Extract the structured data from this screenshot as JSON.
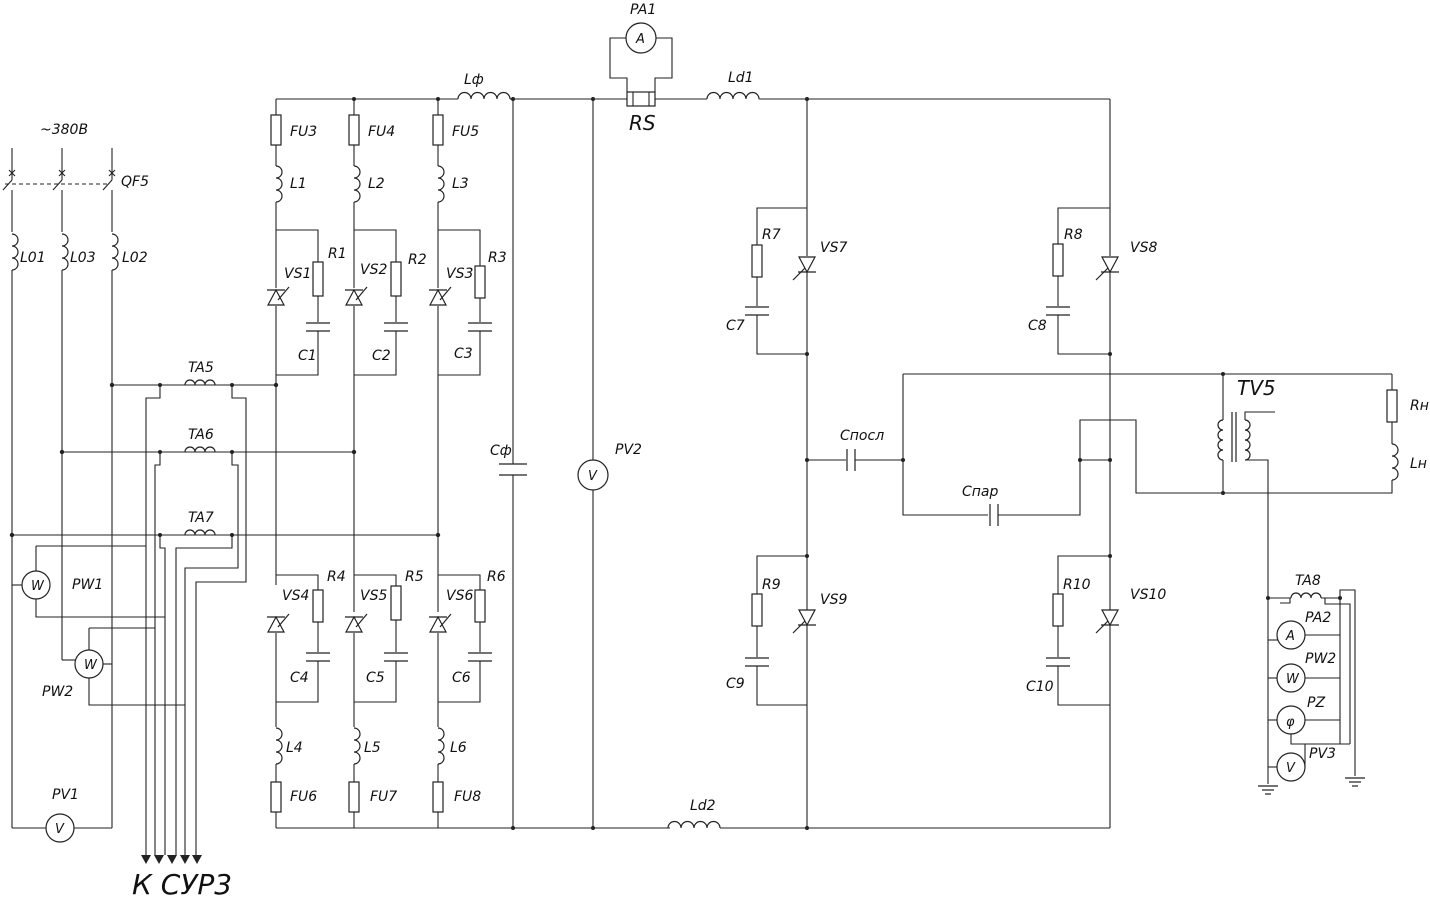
{
  "supply": {
    "voltage_label": "~380В",
    "breaker": "QF5"
  },
  "chokes_in": [
    "L01",
    "L03",
    "L02"
  ],
  "current_transformers": [
    "TA5",
    "TA6",
    "TA7",
    "TA8"
  ],
  "rectifier": {
    "fuses_top": [
      "FU3",
      "FU4",
      "FU5"
    ],
    "inductors_top": [
      "L1",
      "L2",
      "L3"
    ],
    "thyristors_top": [
      "VS1",
      "VS2",
      "VS3"
    ],
    "resistors_top": [
      "R1",
      "R2",
      "R3"
    ],
    "caps_top": [
      "C1",
      "C2",
      "C3"
    ],
    "thyristors_bottom": [
      "VS4",
      "VS5",
      "VS6"
    ],
    "resistors_bottom": [
      "R4",
      "R5",
      "R6"
    ],
    "caps_bottom": [
      "C4",
      "C5",
      "C6"
    ],
    "inductors_bottom": [
      "L4",
      "L5",
      "L6"
    ],
    "fuses_bottom": [
      "FU6",
      "FU7",
      "FU8"
    ]
  },
  "filter": {
    "inductor": "Lф",
    "capacitor": "Cф"
  },
  "dc_link": {
    "shunt": "RS",
    "ammeter": "PA1",
    "voltmeter": "PV2",
    "choke_top": "Ld1",
    "choke_bottom": "Ld2"
  },
  "inverter": {
    "thyristors": [
      "VS7",
      "VS8",
      "VS9",
      "VS10"
    ],
    "resistors": [
      "R7",
      "R8",
      "R9",
      "R10"
    ],
    "caps": [
      "C7",
      "C8",
      "C9",
      "C10"
    ]
  },
  "load": {
    "series_cap": "Cпосл",
    "parallel_cap": "Cпар",
    "transformer": "TV5",
    "resistance": "Rн",
    "inductance": "Lн"
  },
  "meters": {
    "pw1": "PW1",
    "pw2": "PW2",
    "pv1": "PV1",
    "pa2": "PA2",
    "pw_out": "PW2",
    "pz": "PZ",
    "pv3": "PV3",
    "letters": {
      "ammeter": "A",
      "wattmeter": "W",
      "voltmeter": "V",
      "phase": "φ"
    }
  },
  "destination": "К СУР3"
}
